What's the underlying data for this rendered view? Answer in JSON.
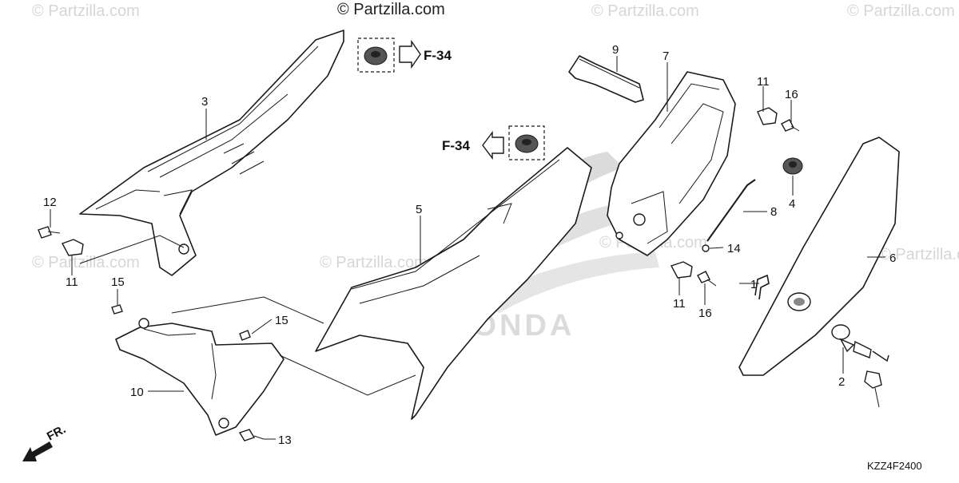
{
  "watermark": "© Partzilla.com",
  "watermark_top": "© Partzilla.com",
  "diagram_code": "KZZ4F2400",
  "direction_label": "FR.",
  "reference_label": "F-34",
  "brand_mark": "HONDA",
  "callouts": [
    "1",
    "2",
    "3",
    "4",
    "5",
    "6",
    "7",
    "8",
    "9",
    "10",
    "11",
    "12",
    "13",
    "14",
    "15",
    "16"
  ]
}
